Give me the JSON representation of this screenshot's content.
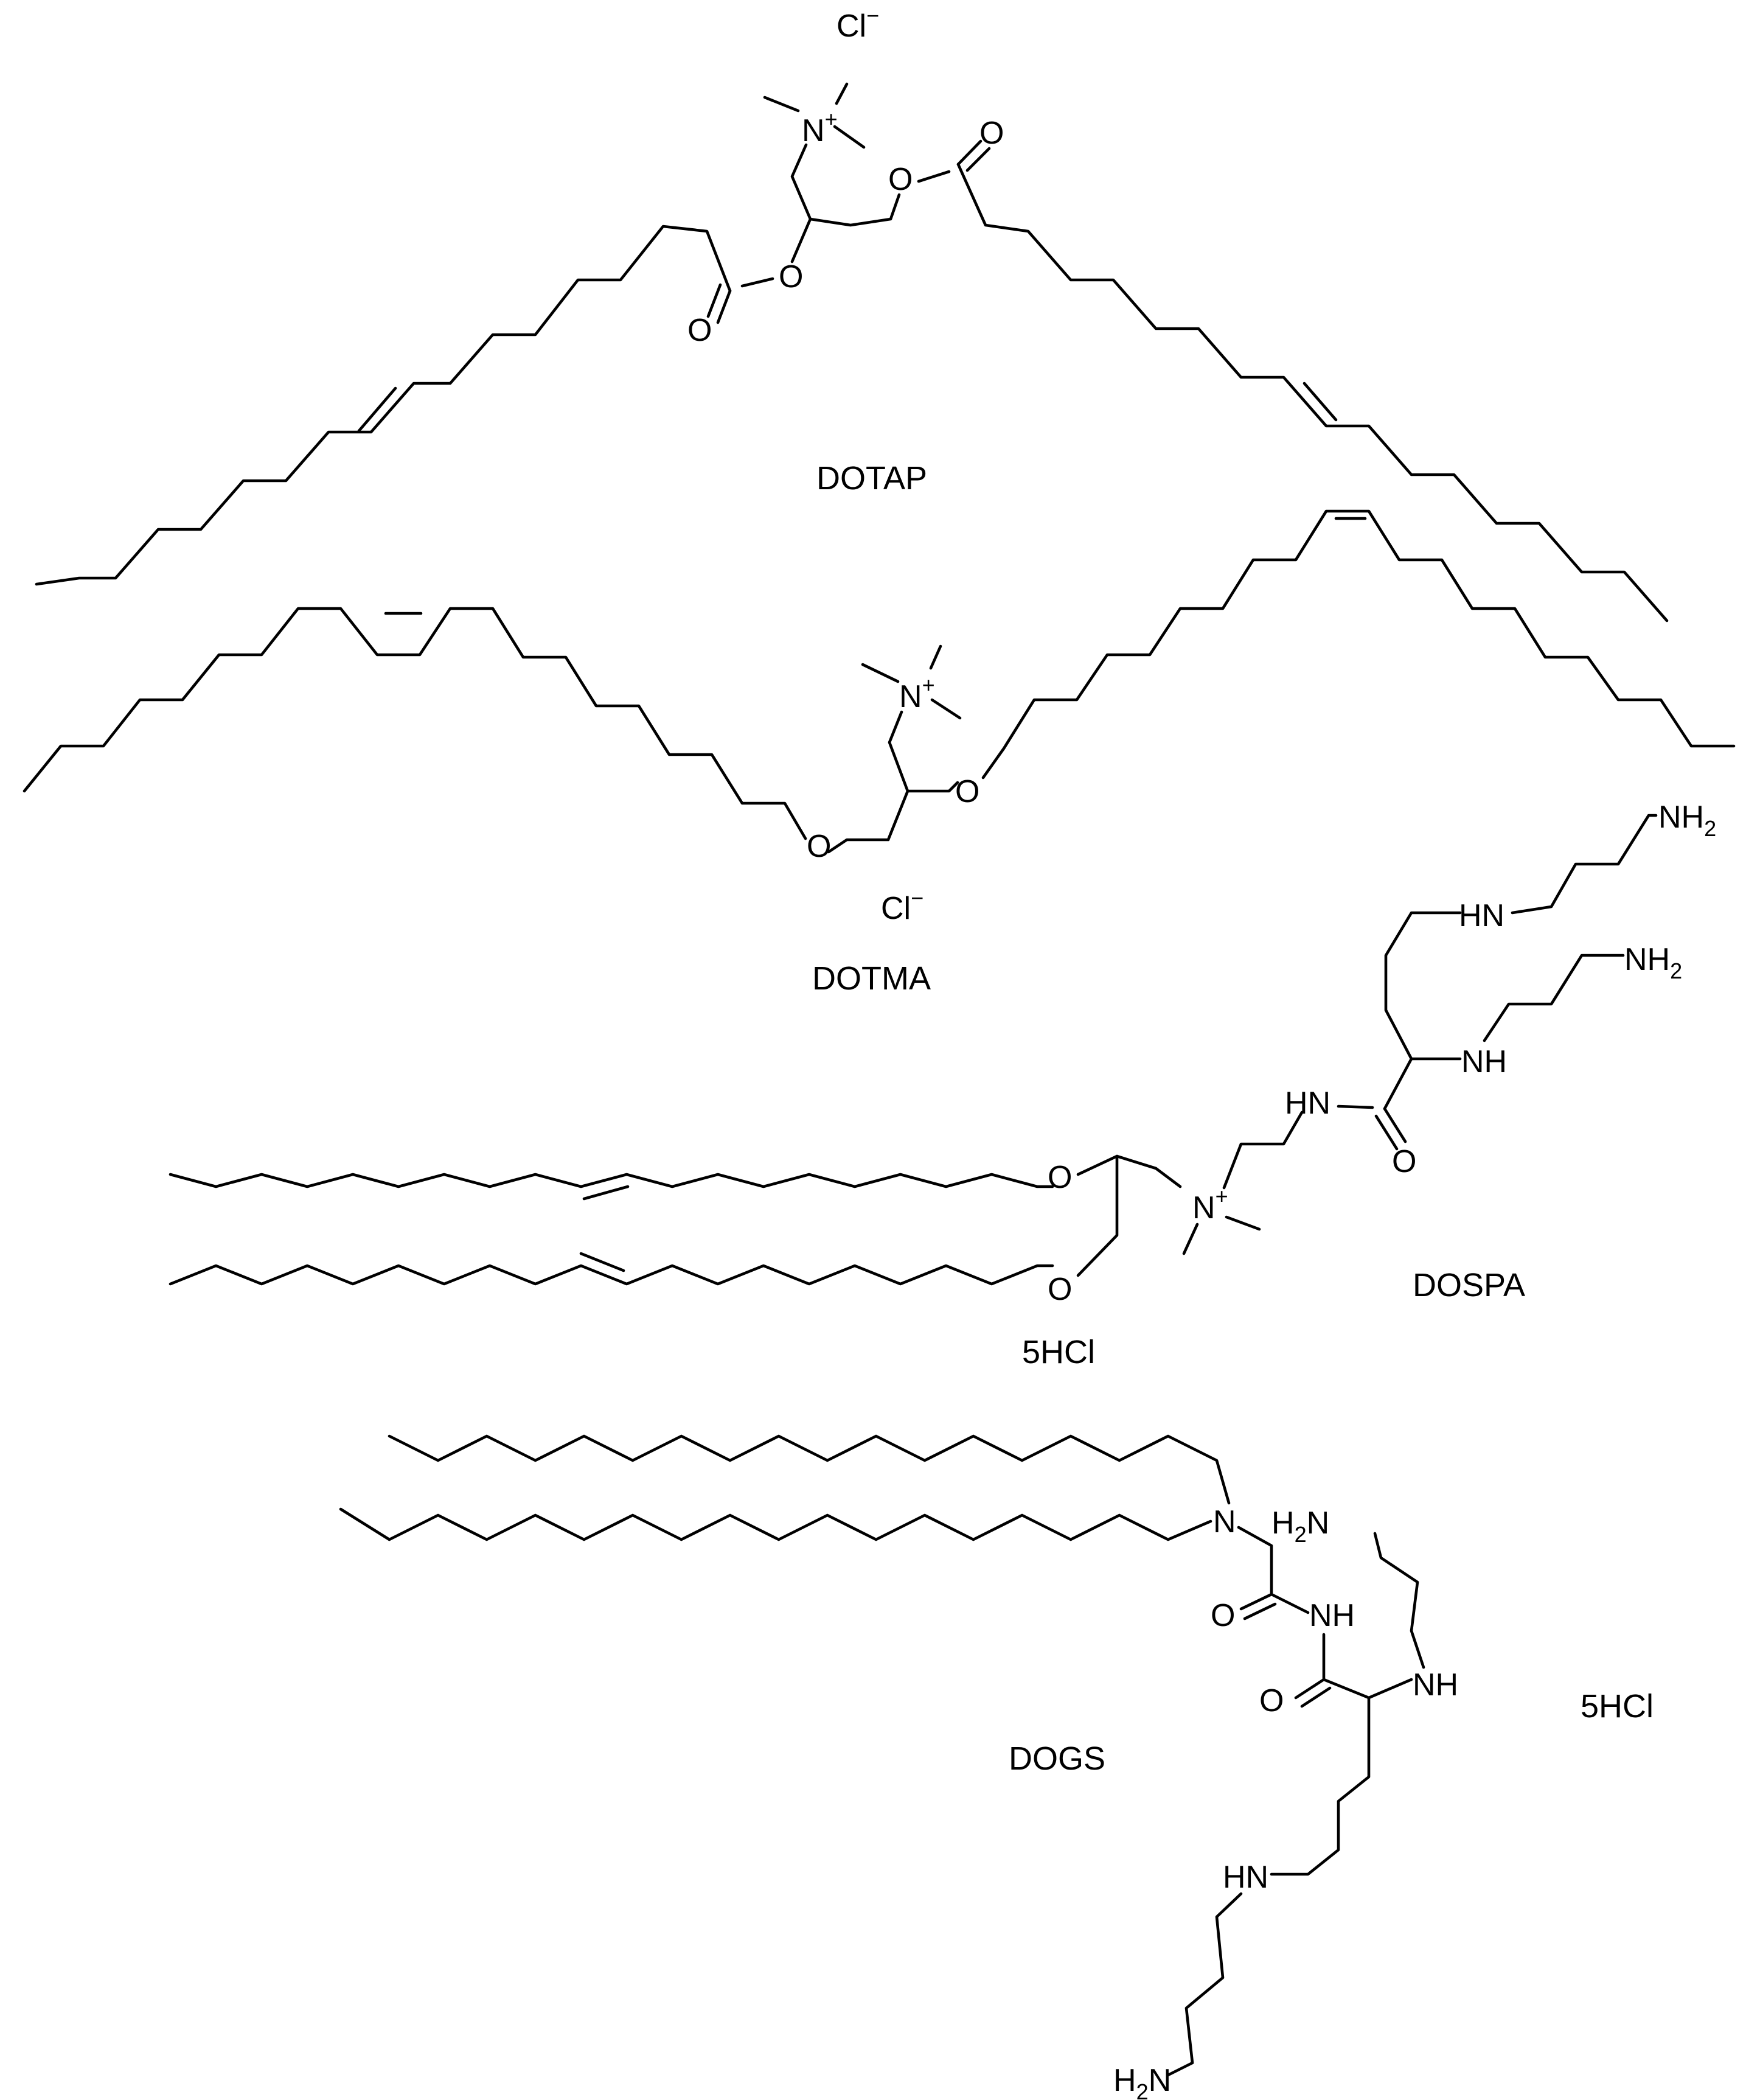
{
  "compounds": {
    "dotap": {
      "name": "DOTAP",
      "counterion": "Cl",
      "counterion_charge": "−",
      "atoms": {
        "o_ester_left": "O",
        "o_carbonyl_left": "O",
        "o_ester_right": "O",
        "o_carbonyl_right": "O",
        "n_ammonium": "N",
        "n_charge": "+"
      }
    },
    "dotma": {
      "name": "DOTMA",
      "counterion": "Cl",
      "counterion_charge": "−",
      "atoms": {
        "o_ether_lower": "O",
        "o_ether_upper": "O",
        "n_ammonium": "N",
        "n_charge": "+"
      }
    },
    "dospa": {
      "name": "DOSPA",
      "salt": "5HCl",
      "atoms": {
        "o_ether_upper": "O",
        "o_ether_lower": "O",
        "n_ammonium": "N",
        "n_charge": "+",
        "amide_nh": "HN",
        "amide_o": "O",
        "amine_nh_upper": "HN",
        "amine_nh_lower": "NH",
        "nh2_upper": "NH",
        "nh2_upper_sub": "2",
        "nh2_lower": "NH",
        "nh2_lower_sub": "2"
      }
    },
    "dogs": {
      "name": "DOGS",
      "salt": "5HCl",
      "atoms": {
        "n_tertiary": "N",
        "amide1_o": "O",
        "amide1_nh": "NH",
        "amide2_o": "O",
        "amine_nh": "NH",
        "h2n_top": "N",
        "h2n_top_prefix": "H",
        "h2n_top_sub": "2",
        "hn_bottom": "HN",
        "h2n_bottom": "N",
        "h2n_bottom_prefix": "H",
        "h2n_bottom_sub": "2"
      }
    }
  }
}
